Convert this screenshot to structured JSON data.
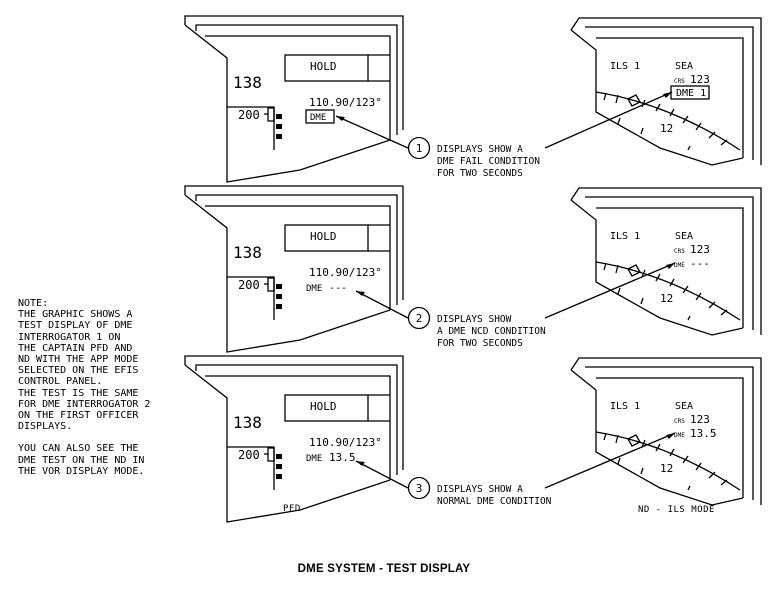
{
  "title": "DME SYSTEM - TEST DISPLAY",
  "note": {
    "lines": [
      "NOTE:",
      "THE GRAPHIC SHOWS A",
      "TEST DISPLAY OF DME",
      "INTERROGATOR 1 ON",
      "THE CAPTAIN PFD AND",
      "ND WITH THE APP MODE",
      "SELECTED ON THE EFIS",
      "CONTROL PANEL.",
      "THE TEST IS THE SAME",
      "FOR DME INTERROGATOR 2",
      "ON THE FIRST OFFICER",
      "DISPLAYS.",
      "",
      "YOU CAN ALSO SEE THE",
      "DME TEST ON THE ND IN",
      "THE VOR DISPLAY MODE."
    ]
  },
  "pfd_label": "PFD",
  "nd_label": "ND - ILS MODE",
  "rows": [
    {
      "pfd": {
        "speed": "138",
        "mode": "HOLD",
        "altitude": "200",
        "freq": "110.90/123°",
        "dme_prefix": "",
        "dme_value": "DME"
      },
      "callout": {
        "number": "1",
        "lines": [
          "DISPLAYS SHOW A",
          "DME FAIL CONDITION",
          "FOR TWO SECONDS"
        ]
      },
      "nd": {
        "mode": "ILS 1",
        "station": "SEA",
        "crs_label": "CRS",
        "crs_value": "123",
        "dme_label": "",
        "dme_value": "DME 1"
      }
    },
    {
      "pfd": {
        "speed": "138",
        "mode": "HOLD",
        "altitude": "200",
        "freq": "110.90/123°",
        "dme_prefix": "DME",
        "dme_value": "---"
      },
      "callout": {
        "number": "2",
        "lines": [
          "DISPLAYS SHOW",
          "A DME NCD CONDITION",
          "FOR TWO SECONDS"
        ]
      },
      "nd": {
        "mode": "ILS 1",
        "station": "SEA",
        "crs_label": "CRS",
        "crs_value": "123",
        "dme_label": "DME",
        "dme_value": "---"
      }
    },
    {
      "pfd": {
        "speed": "138",
        "mode": "HOLD",
        "altitude": "200",
        "freq": "110.90/123°",
        "dme_prefix": "DME",
        "dme_value": "13.5"
      },
      "callout": {
        "number": "3",
        "lines": [
          "DISPLAYS SHOW A",
          "NORMAL DME CONDITION"
        ]
      },
      "nd": {
        "mode": "ILS 1",
        "station": "SEA",
        "crs_label": "CRS",
        "crs_value": "123",
        "dme_label": "DME",
        "dme_value": "13.5"
      }
    }
  ]
}
